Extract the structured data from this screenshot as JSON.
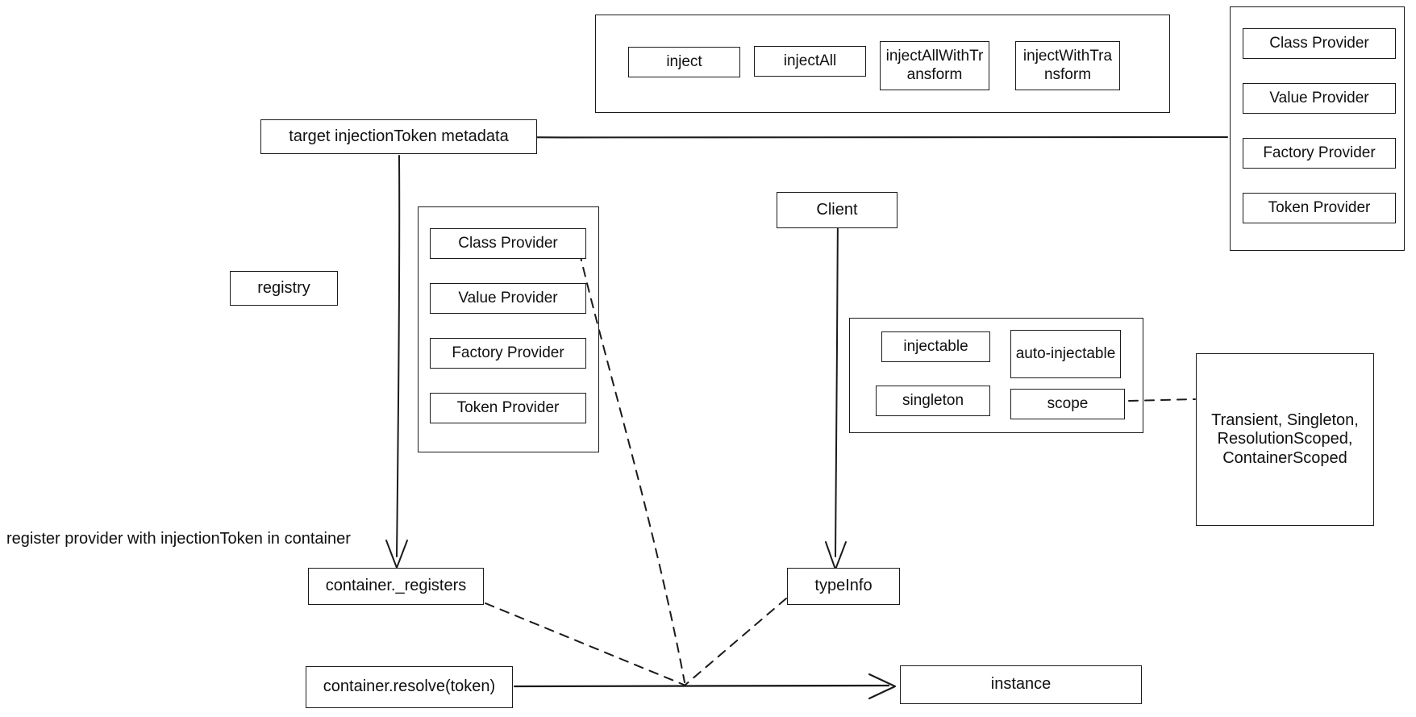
{
  "diagram": {
    "title": "Dependency Injection container flow diagram",
    "background_color": "#ffffff",
    "stroke_color": "#1b1b1b",
    "text_color": "#101010"
  },
  "inject_panel": {
    "items": [
      {
        "label": "inject"
      },
      {
        "label": "injectAll"
      },
      {
        "label": "injectAllWithTransform"
      },
      {
        "label": "injectWithTransform"
      }
    ]
  },
  "providers_right_panel": {
    "items": [
      {
        "label": "Class Provider"
      },
      {
        "label": "Value Provider"
      },
      {
        "label": "Factory Provider"
      },
      {
        "label": "Token Provider"
      }
    ]
  },
  "providers_middle_panel": {
    "items": [
      {
        "label": "Class Provider"
      },
      {
        "label": "Value Provider"
      },
      {
        "label": "Factory Provider"
      },
      {
        "label": "Token Provider"
      }
    ]
  },
  "decorators_panel": {
    "items": [
      {
        "label": "injectable"
      },
      {
        "label": "auto-injectable"
      },
      {
        "label": "singleton"
      },
      {
        "label": "scope"
      }
    ]
  },
  "nodes": {
    "metadata": "target injectionToken metadata",
    "registry": "registry",
    "client": "Client",
    "scopes": "Transient, Singleton, ResolutionScoped, ContainerScoped",
    "container_registers": "container._registers",
    "container_resolve": "container.resolve(token)",
    "type_info": "typeInfo",
    "instance": "instance"
  },
  "labels": {
    "register_flow": "register provider with injectionToken in container"
  }
}
